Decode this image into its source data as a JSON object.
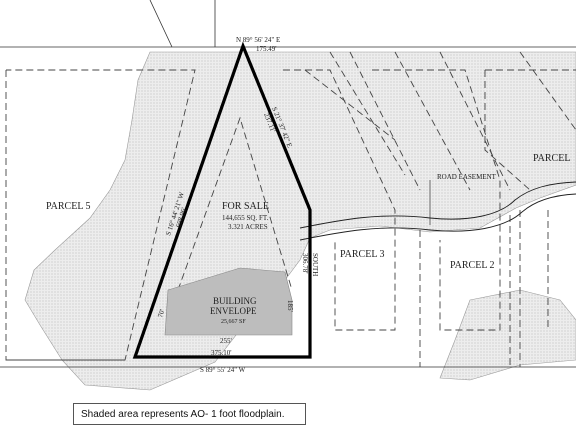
{
  "parcels": {
    "parcel5": "PARCEL 5",
    "parcel3": "PARCEL 3",
    "parcel2": "PARCEL 2",
    "parcel_edge": "PARCEL"
  },
  "for_sale": {
    "title": "FOR SALE",
    "area_sqft": "144,655 SQ. FT.",
    "area_acres": "3.321 ACRES"
  },
  "building_envelope": {
    "line1": "BUILDING",
    "line2": "ENVELOPE",
    "area": "25,667 SF"
  },
  "road_easement": "ROAD EASEMENT",
  "bearings": {
    "north": "N 89° 56' 24\" E",
    "north_dist": "175.49'",
    "northeast": "S 21° 37' 42\" E",
    "northeast_dist": "237.11'",
    "west": "S 16° 44' 21\" W",
    "west_dist": "698.96'",
    "east": "SOUTH",
    "east_dist": "306.78'",
    "south": "S 89° 55' 24\" W",
    "south_dist": "375.10'"
  },
  "envelope_dims": {
    "left": "70'",
    "right": "185'",
    "bottom": "255'"
  },
  "caption": "Shaded area represents AO- 1 foot floodplain.",
  "colors": {
    "floodplain_fill": "#e8e8e8",
    "envelope_fill": "#bdbdbd",
    "boundary": "#000000"
  }
}
